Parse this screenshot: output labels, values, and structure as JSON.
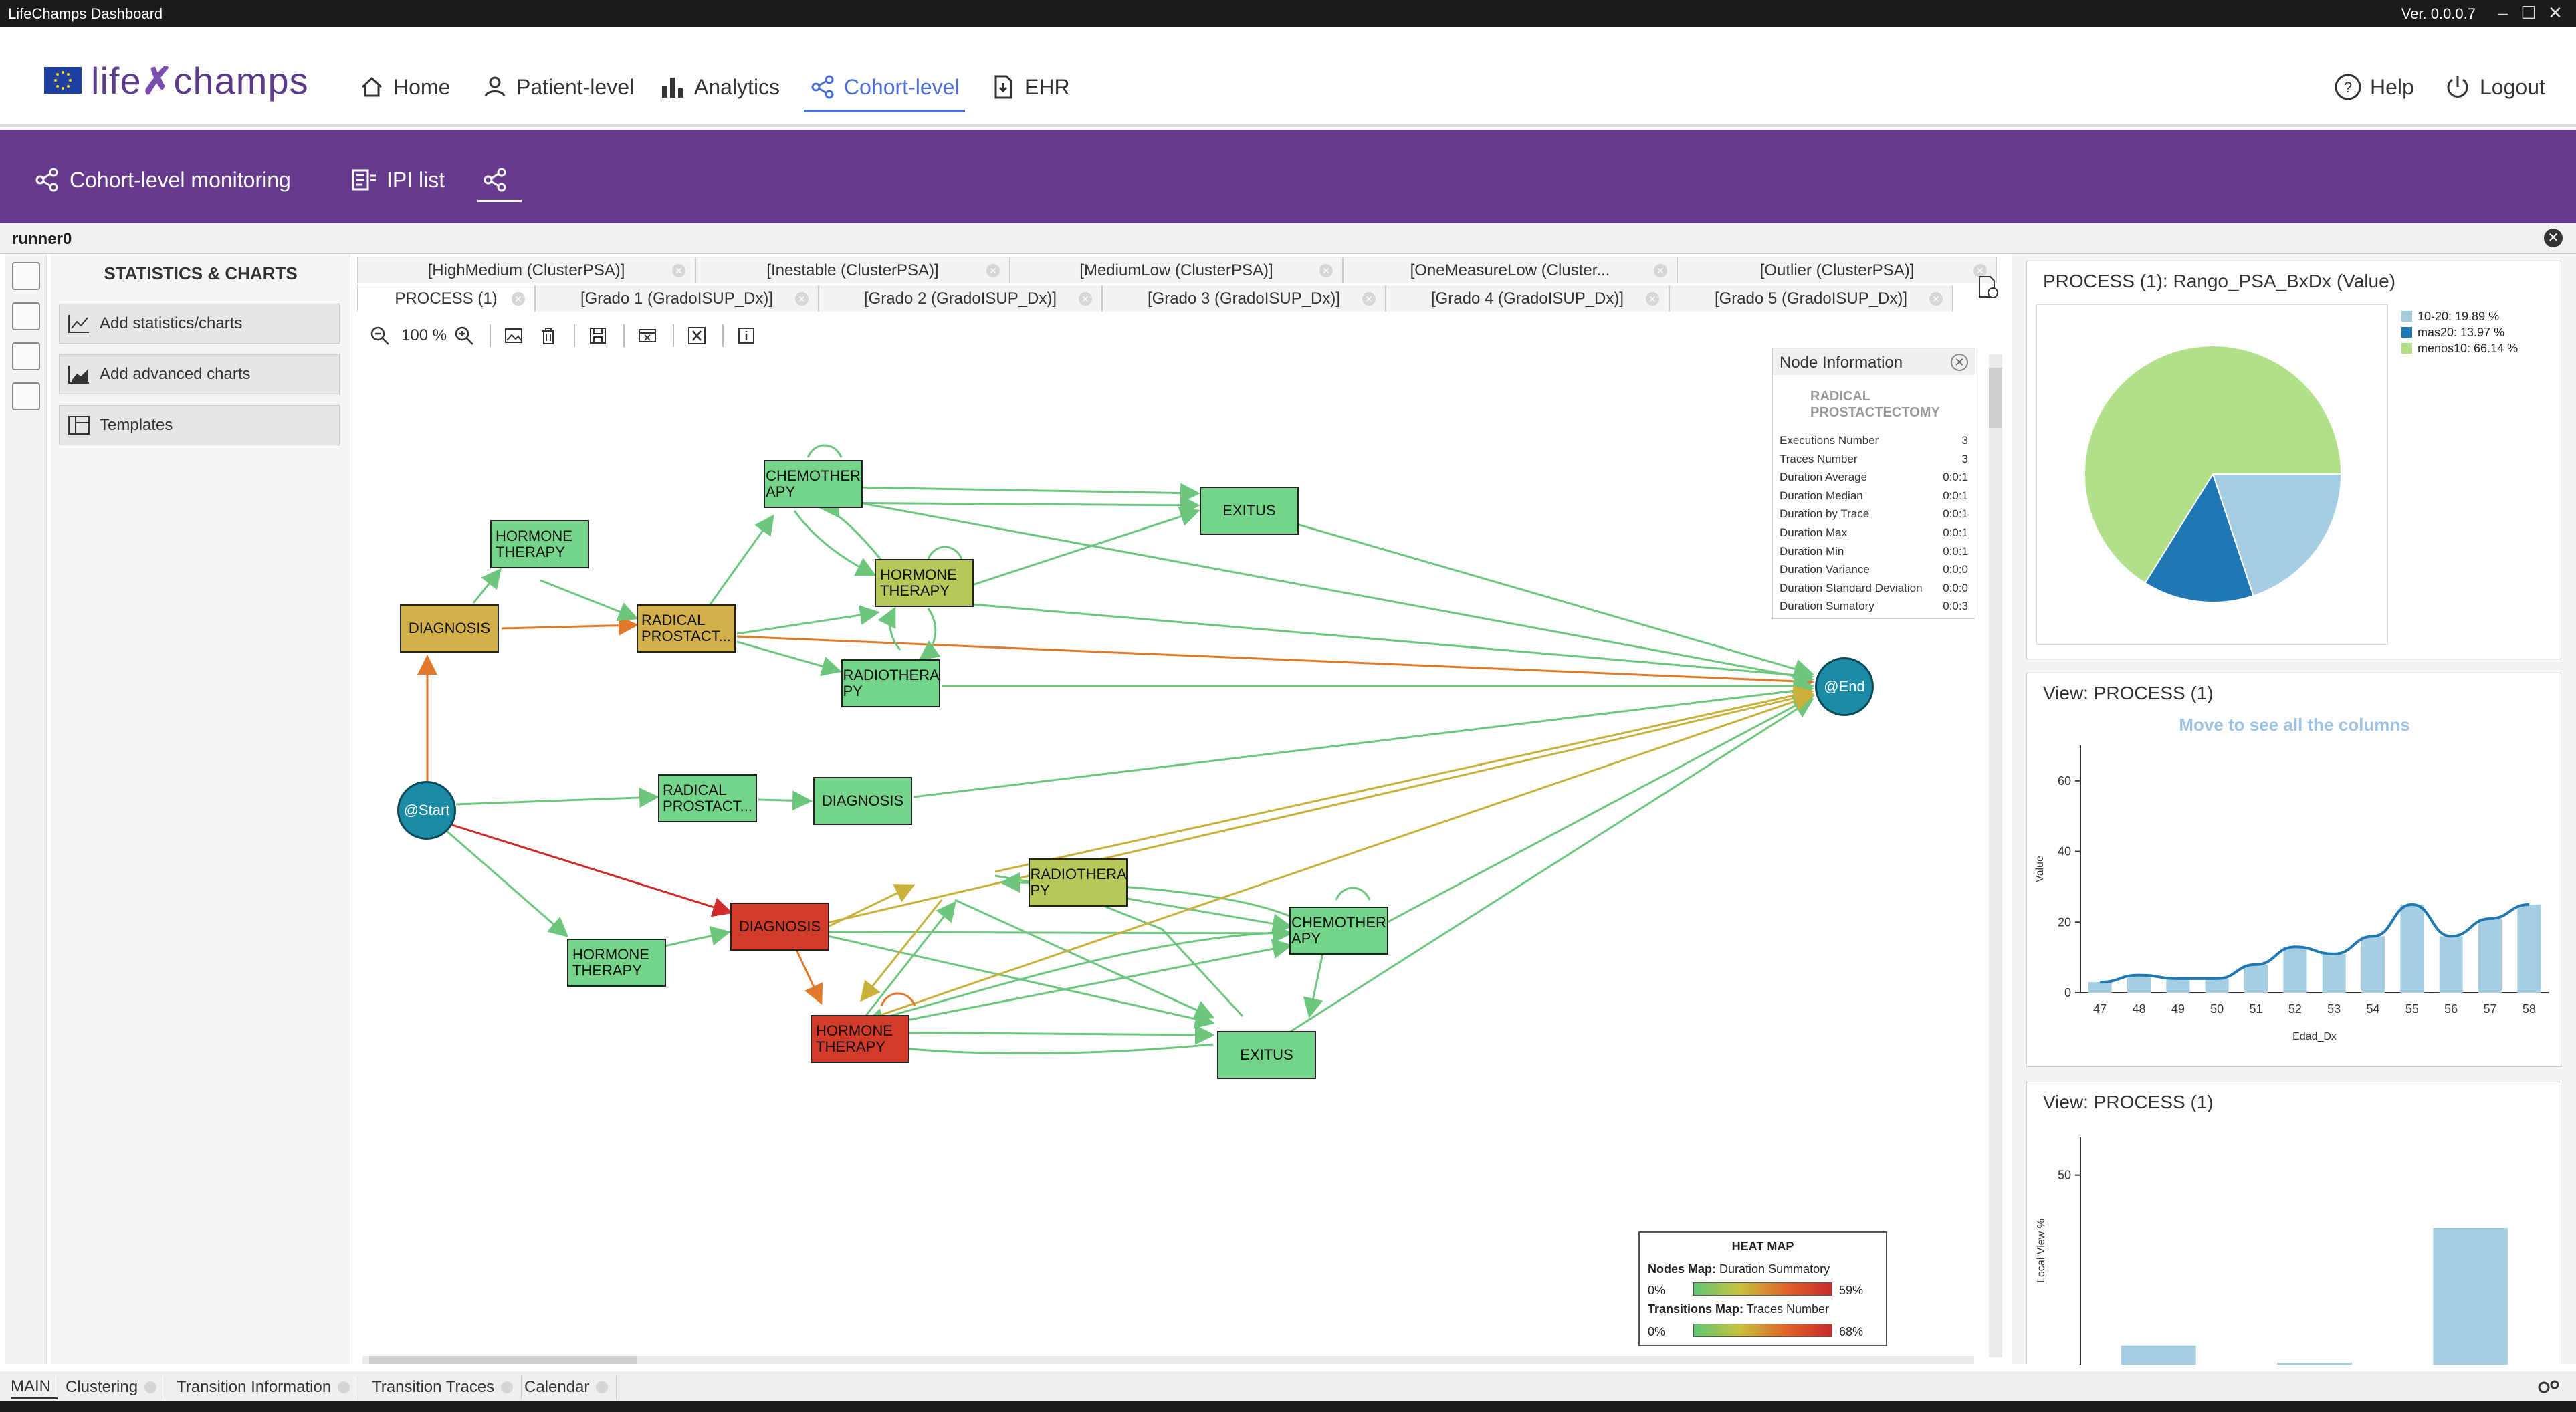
{
  "window": {
    "title": "LifeChamps Dashboard",
    "version": "Ver. 0.0.0.7"
  },
  "brand": {
    "left": "life",
    "right": "champs"
  },
  "nav": {
    "items": [
      "Home",
      "Patient-level",
      "Analytics",
      "Cohort-level",
      "EHR"
    ],
    "active": "Cohort-level",
    "help": "Help",
    "logout": "Logout"
  },
  "subnav": {
    "monitoring": "Cohort-level monitoring",
    "ipi": "IPI list"
  },
  "runner": "runner0",
  "stats": {
    "title": "STATISTICS & CHARTS",
    "buttons": [
      "Add statistics/charts",
      "Add advanced charts",
      "Templates"
    ]
  },
  "tabs": {
    "row1": [
      "[HighMedium (ClusterPSA)]",
      "[Inestable (ClusterPSA)]",
      "[MediumLow (ClusterPSA)]",
      "[OneMeasureLow (Cluster...",
      "[Outlier (ClusterPSA)]"
    ],
    "row2": [
      "PROCESS (1)",
      "[Grado 1 (GradoISUP_Dx)]",
      "[Grado 2 (GradoISUP_Dx)]",
      "[Grado 3 (GradoISUP_Dx)]",
      "[Grado 4 (GradoISUP_Dx)]",
      "[Grado 5 (GradoISUP_Dx)]"
    ]
  },
  "toolbar": {
    "zoom": "100 %"
  },
  "process_map": {
    "nodes": [
      {
        "id": "start",
        "label": "@Start",
        "shape": "circle",
        "color": "#1a8aa5"
      },
      {
        "id": "end",
        "label": "@End",
        "shape": "circle",
        "color": "#1a8aa5"
      },
      {
        "id": "diag1",
        "label": "DIAGNOSIS",
        "color": "#d2b04a"
      },
      {
        "id": "horm1",
        "label": "HORMONE THERAPY",
        "color": "#74d48a"
      },
      {
        "id": "radp1",
        "label": "RADICAL PROSTACT...",
        "color": "#d2b04a"
      },
      {
        "id": "chemo1",
        "label": "CHEMOTHER APY",
        "color": "#74d48a"
      },
      {
        "id": "exitus1",
        "label": "EXITUS",
        "color": "#74d48a"
      },
      {
        "id": "horm2",
        "label": "HORMONE THERAPY",
        "color": "#b6c95a"
      },
      {
        "id": "radio1",
        "label": "RADIOTHERA PY",
        "color": "#74d48a"
      },
      {
        "id": "radp2",
        "label": "RADICAL PROSTACT...",
        "color": "#74d48a"
      },
      {
        "id": "diag2",
        "label": "DIAGNOSIS",
        "color": "#74d48a"
      },
      {
        "id": "diag3",
        "label": "DIAGNOSIS",
        "color": "#d23a2a"
      },
      {
        "id": "horm3",
        "label": "HORMONE THERAPY",
        "color": "#74d48a"
      },
      {
        "id": "radio2",
        "label": "RADIOTHERA PY",
        "color": "#b6c95a"
      },
      {
        "id": "chemo2",
        "label": "CHEMOTHER APY",
        "color": "#74d48a"
      },
      {
        "id": "horm4",
        "label": "HORMONE THERAPY",
        "color": "#d23a2a"
      },
      {
        "id": "exitus2",
        "label": "EXITUS",
        "color": "#74d48a"
      }
    ]
  },
  "node_info": {
    "title": "Node Information",
    "name": "RADICAL PROSTACTECTOMY",
    "rows": [
      [
        "Executions Number",
        "3"
      ],
      [
        "Traces Number",
        "3"
      ],
      [
        "Duration Average",
        "0:0:1"
      ],
      [
        "Duration Median",
        "0:0:1"
      ],
      [
        "Duration by Trace",
        "0:0:1"
      ],
      [
        "Duration Max",
        "0:0:1"
      ],
      [
        "Duration Min",
        "0:0:1"
      ],
      [
        "Duration Variance",
        "0:0:0"
      ],
      [
        "Duration Standard Deviation",
        "0:0:0"
      ],
      [
        "Duration Sumatory",
        "0:0:3"
      ]
    ]
  },
  "heatmap": {
    "title": "HEAT MAP",
    "nodes_label": "Nodes Map:",
    "nodes_metric": "Duration Summatory",
    "nodes_min": "0%",
    "nodes_max": "59%",
    "trans_label": "Transitions Map:",
    "trans_metric": "Traces Number",
    "trans_min": "0%",
    "trans_max": "68%"
  },
  "right_panel": {
    "pie_title": "PROCESS (1): Rango_PSA_BxDx (Value)",
    "bar_title": "View: PROCESS (1)",
    "bar_hint": "Move to see all the columns",
    "bar2_title": "View: PROCESS (1)"
  },
  "chart_data": [
    {
      "type": "pie",
      "title": "PROCESS (1): Rango_PSA_BxDx (Value)",
      "categories": [
        "10-20: 19.89 %",
        "mas20: 13.97 %",
        "menos10: 66.14 %"
      ],
      "values": [
        19.89,
        13.97,
        66.14
      ],
      "colors": [
        "#a6cee3",
        "#1f78b4",
        "#b2df8a"
      ],
      "legend": "top-right"
    },
    {
      "type": "bar",
      "title": "View: PROCESS (1)",
      "xlabel": "Edad_Dx",
      "ylabel": "Value",
      "categories": [
        "47",
        "48",
        "49",
        "50",
        "51",
        "52",
        "53",
        "54",
        "55",
        "56",
        "57",
        "58"
      ],
      "values": [
        3,
        5,
        4,
        4,
        8,
        13,
        11,
        16,
        25,
        16,
        21,
        25
      ],
      "ylim": [
        0,
        70
      ],
      "yticks": [
        "0",
        "20",
        "40",
        "60"
      ],
      "bar_color": "#a6cee3",
      "line_color": "#1f78b4"
    },
    {
      "type": "bar",
      "title": "View: PROCESS (1)",
      "ylabel": "Local View %",
      "values": [
        5,
        0.5,
        36
      ],
      "ylim": [
        0,
        60
      ],
      "yticks": [
        "50"
      ],
      "bar_color": "#a6cee3"
    }
  ],
  "bottom_tabs": [
    "MAIN",
    "Clustering",
    "Transition Information",
    "Transition Traces",
    "Calendar"
  ]
}
